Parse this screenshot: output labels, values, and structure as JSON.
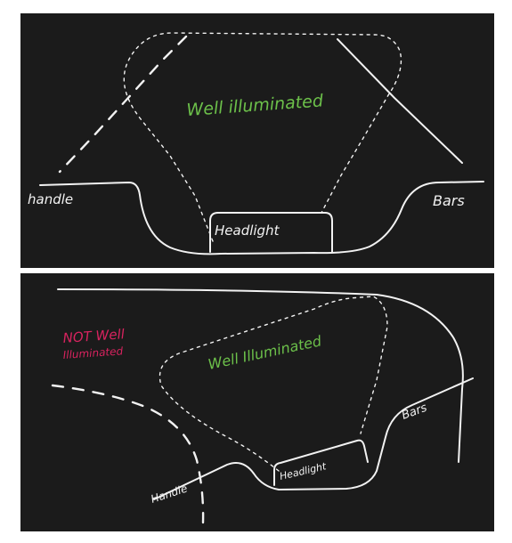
{
  "colors": {
    "panel_background": "#1b1b1b",
    "page_background": "#ffffff",
    "sketch_stroke": "#f2f2f2",
    "well_illuminated_text": "#6cc04a",
    "not_illuminated_text": "#d8235f"
  },
  "top_panel": {
    "label_illuminated": "Well illuminated",
    "label_handle": "handle",
    "label_headlight": "Headlight",
    "label_bars": "Bars"
  },
  "bottom_panel": {
    "label_not_line1": "NOT Well",
    "label_not_line2": "Illuminated",
    "label_illuminated": "Well Illuminated",
    "label_handle": "Handle",
    "label_headlight": "Headlight",
    "label_bars": "Bars"
  }
}
